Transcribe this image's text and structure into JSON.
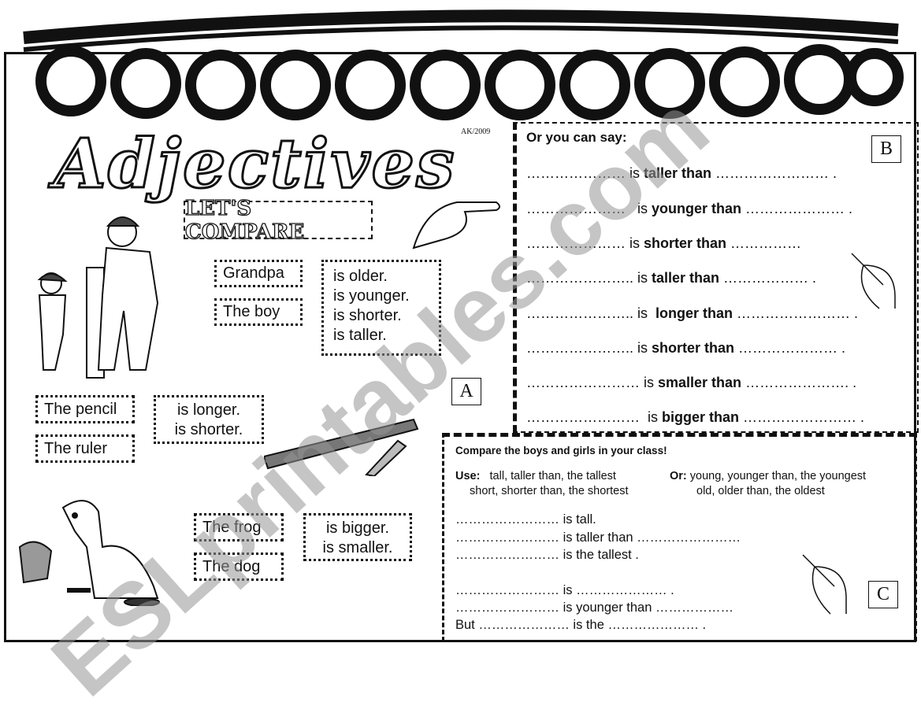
{
  "title": "Adjectives",
  "subtitle": "LET'S COMPARE",
  "credit": "AK/2009",
  "watermark": "ESLprintables.com",
  "section_a": {
    "label": "A",
    "group1": {
      "subjects": [
        "Grandpa",
        "The boy"
      ],
      "phrases": [
        "is older.",
        "is younger.",
        "is shorter.",
        "is taller."
      ]
    },
    "group2": {
      "subjects": [
        "The pencil",
        "The ruler"
      ],
      "phrases": [
        "is longer.",
        "is shorter."
      ]
    },
    "group3": {
      "subjects": [
        "The frog",
        "The dog"
      ],
      "phrases": [
        "is bigger.",
        "is smaller."
      ]
    }
  },
  "section_b": {
    "label": "B",
    "heading": "Or you can say:",
    "lines": [
      {
        "pre": "………………… is ",
        "bold": "taller than",
        "post": " …………………… ."
      },
      {
        "pre": "…………………   is ",
        "bold": "younger than",
        "post": " ………………… ."
      },
      {
        "pre": "………………… is ",
        "bold": "shorter than",
        "post": " ……………"
      },
      {
        "pre": "………………….. is ",
        "bold": "taller than",
        "post": " ……………… ."
      },
      {
        "pre": "………………….. is  ",
        "bold": "longer than",
        "post": " …………………… ."
      },
      {
        "pre": "………………….. is ",
        "bold": "shorter than",
        "post": " ………………… ."
      },
      {
        "pre": "…………………… is ",
        "bold": "smaller than",
        "post": " …………………. ."
      },
      {
        "pre": "……………………  is ",
        "bold": "bigger than",
        "post": " …………………… ."
      }
    ]
  },
  "section_c": {
    "label": "C",
    "heading": "Compare the boys and girls in your class!",
    "use_label": "Use:",
    "use_1": "tall, taller than, the tallest",
    "use_2": "short, shorter than, the shortest",
    "or_label": "Or:",
    "or_1": "young, younger than, the youngest",
    "or_2": "old, older than, the oldest",
    "lines": [
      "…………………… is tall.",
      "…………………… is taller than ……………………",
      "…………………… is the tallest .",
      "…………………… is ………………… .",
      "…………………… is younger than ………………",
      "But ………………… is the ………………… ."
    ]
  }
}
